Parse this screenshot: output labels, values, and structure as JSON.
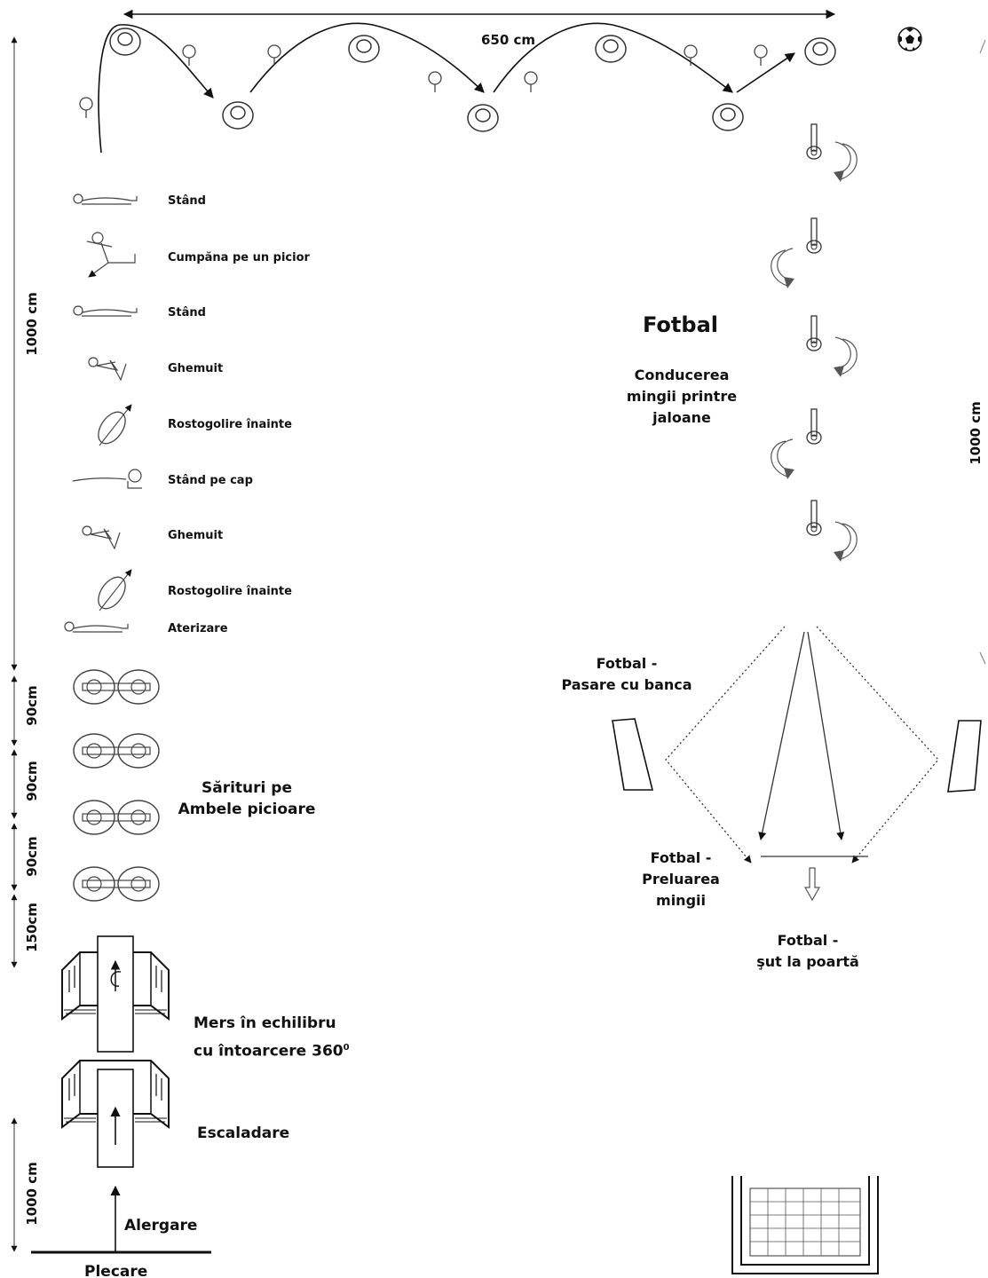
{
  "dimensions": {
    "top_width": "650 cm",
    "left_height": "1000 cm",
    "right_height": "1000 cm",
    "gap_1": "90cm",
    "gap_2": "90cm",
    "gap_3": "90cm",
    "gap_4": "150cm",
    "bottom_height": "1000 cm"
  },
  "gymnastics": [
    "Stând",
    "Cumpăna pe un picior",
    "Stând",
    "Ghemuit",
    "Rostogolire înainte",
    "Stând pe cap",
    "Ghemuit",
    "Rostogolire înainte",
    "Aterizare"
  ],
  "stations": {
    "jumps": [
      "Sărituri pe",
      "Ambele picioare"
    ],
    "balance": [
      "Mers în echilibru",
      "cu întoarcere 360"
    ],
    "balance_degree": "0",
    "climb": "Escaladare",
    "run": "Alergare",
    "start": "Plecare"
  },
  "football": {
    "title": "Fotbal",
    "dribble": [
      "Conducerea",
      "mingii printre",
      "jaloane"
    ],
    "bench_pass": [
      "Fotbal -",
      "Pasare cu banca"
    ],
    "receive": [
      "Fotbal -",
      "Preluarea",
      "mingii"
    ],
    "shoot": [
      "Fotbal -",
      "şut la poartă"
    ]
  },
  "icons": {
    "ball": "soccer-ball-icon",
    "cone": "cone-icon",
    "pole": "slalom-pole-icon",
    "hurdle": "hurdle-icon",
    "bench": "bench-icon",
    "box": "vaulting-box-icon",
    "goal": "goal-icon",
    "figure": "gymnast-figure-icon"
  }
}
